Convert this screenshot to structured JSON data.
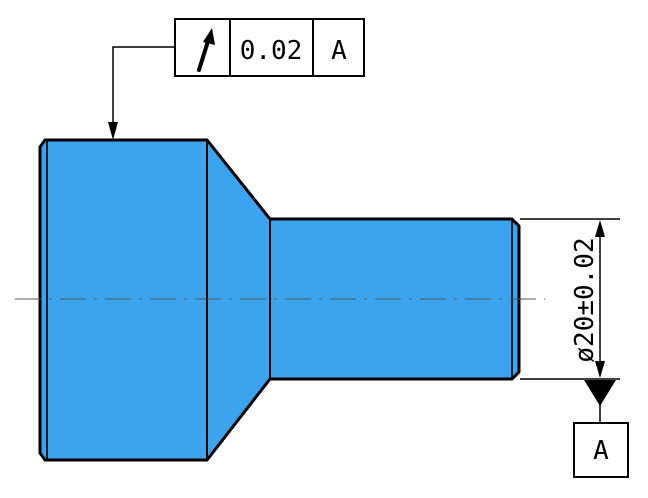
{
  "feature_control_frame": {
    "symbol_icon": "circular-runout-arrow-icon",
    "tolerance": "0.02",
    "datum_ref": "A"
  },
  "datum_label": "A",
  "dimension_text": "ø20±0.02",
  "colors": {
    "part_fill": "#3aa5ee",
    "line": "#000000",
    "background": "#ffffff"
  }
}
